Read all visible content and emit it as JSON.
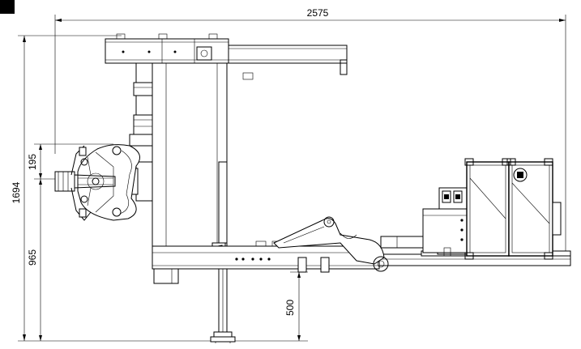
{
  "dimensions": {
    "overall_width": "2575",
    "overall_height": "1694",
    "upper_offset": "195",
    "lower_height": "965",
    "platform_height": "500"
  }
}
